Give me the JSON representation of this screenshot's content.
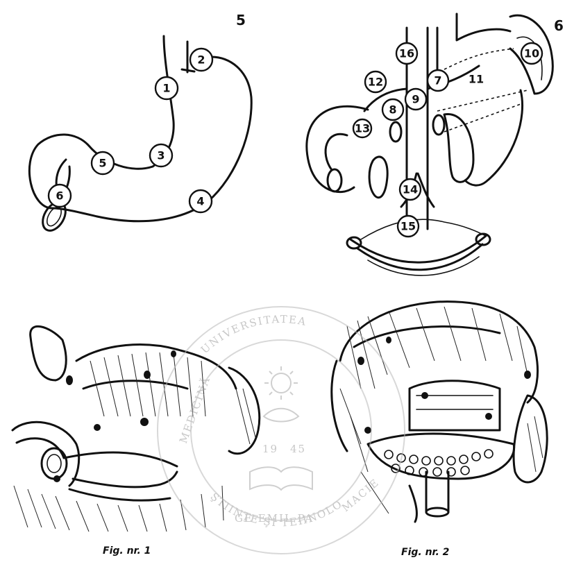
{
  "diagram5": {
    "number": "5",
    "nodes": [
      "1",
      "2",
      "3",
      "4",
      "5",
      "6"
    ]
  },
  "diagram6": {
    "number": "6",
    "nodes": [
      "7",
      "8",
      "9",
      "10",
      "11",
      "12",
      "13",
      "14",
      "15",
      "16"
    ]
  },
  "figures": {
    "fig1": "Fig. nr. 1",
    "fig2": "Fig. nr. 2"
  },
  "watermark": {
    "top": "UNIVERSITATEA",
    "bottom": "ŞTIINŢE ŞI TEHNOLO",
    "middle": "GE EMIL PA",
    "left_arc": "MEDICINĂ",
    "right_arc": "MACIE",
    "year_left": "19",
    "year_right": "45"
  }
}
